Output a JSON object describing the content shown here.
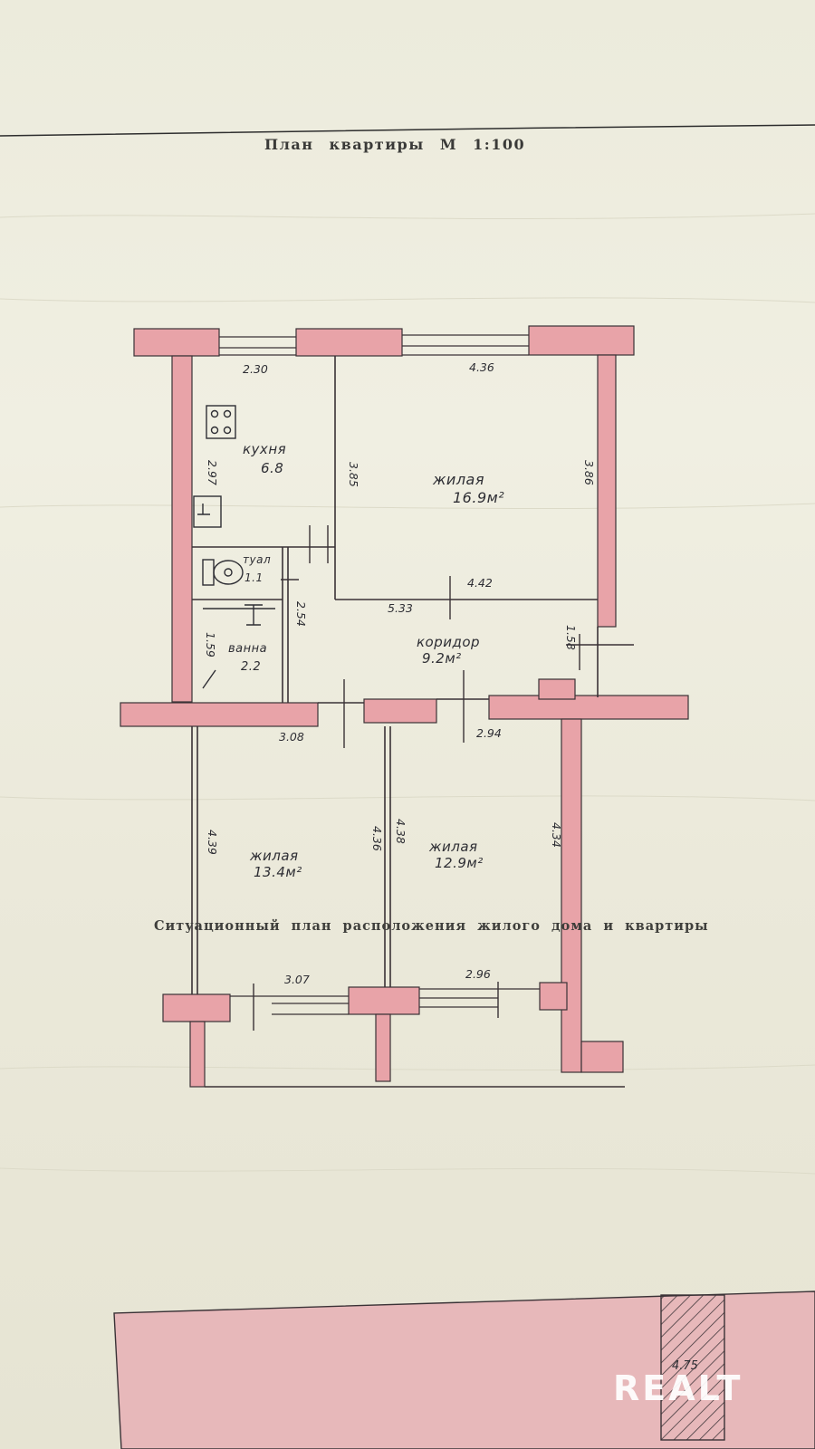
{
  "header": {
    "title_words": [
      "План",
      "квартиры",
      "М",
      "1:100"
    ]
  },
  "situational_plan": {
    "title": "Ситуационный план расположения жилого дома и квартиры",
    "area_label": "4.75"
  },
  "rooms": {
    "kitchen": {
      "name": "кухня",
      "area": "6.8"
    },
    "living_big": {
      "name": "жилая",
      "area": "16.9м²"
    },
    "toilet": {
      "name": "туал",
      "area": "1.1"
    },
    "bathroom": {
      "name": "ванна",
      "area": "2.2"
    },
    "corridor": {
      "name": "коридор",
      "area": "9.2м²"
    },
    "living_left": {
      "name": "жилая",
      "area": "13.4м²"
    },
    "living_right": {
      "name": "жилая",
      "area": "12.9м²"
    }
  },
  "dimensions": {
    "kitchen_width": "2.30",
    "living_big_width": "4.36",
    "kitchen_height": "2.97",
    "living_big_height_left": "3.85",
    "living_big_height_right": "3.86",
    "living_big_bottom": "4.42",
    "corridor_length": "5.33",
    "toilet_height": "2.54",
    "bath_height": "1.59",
    "corridor_right": "1.58",
    "living_left_top": "3.08",
    "living_right_top": "2.94",
    "living_left_height_l": "4.39",
    "living_left_height_r": "4.36",
    "living_right_height_l": "4.38",
    "living_right_height_r": "4.34",
    "living_left_bottom": "3.07",
    "living_right_bottom": "2.96"
  },
  "watermark": "REALT",
  "colors": {
    "paper": "#ecebdc",
    "wall": "#e8a3a8",
    "ink": "#2e2e34"
  }
}
